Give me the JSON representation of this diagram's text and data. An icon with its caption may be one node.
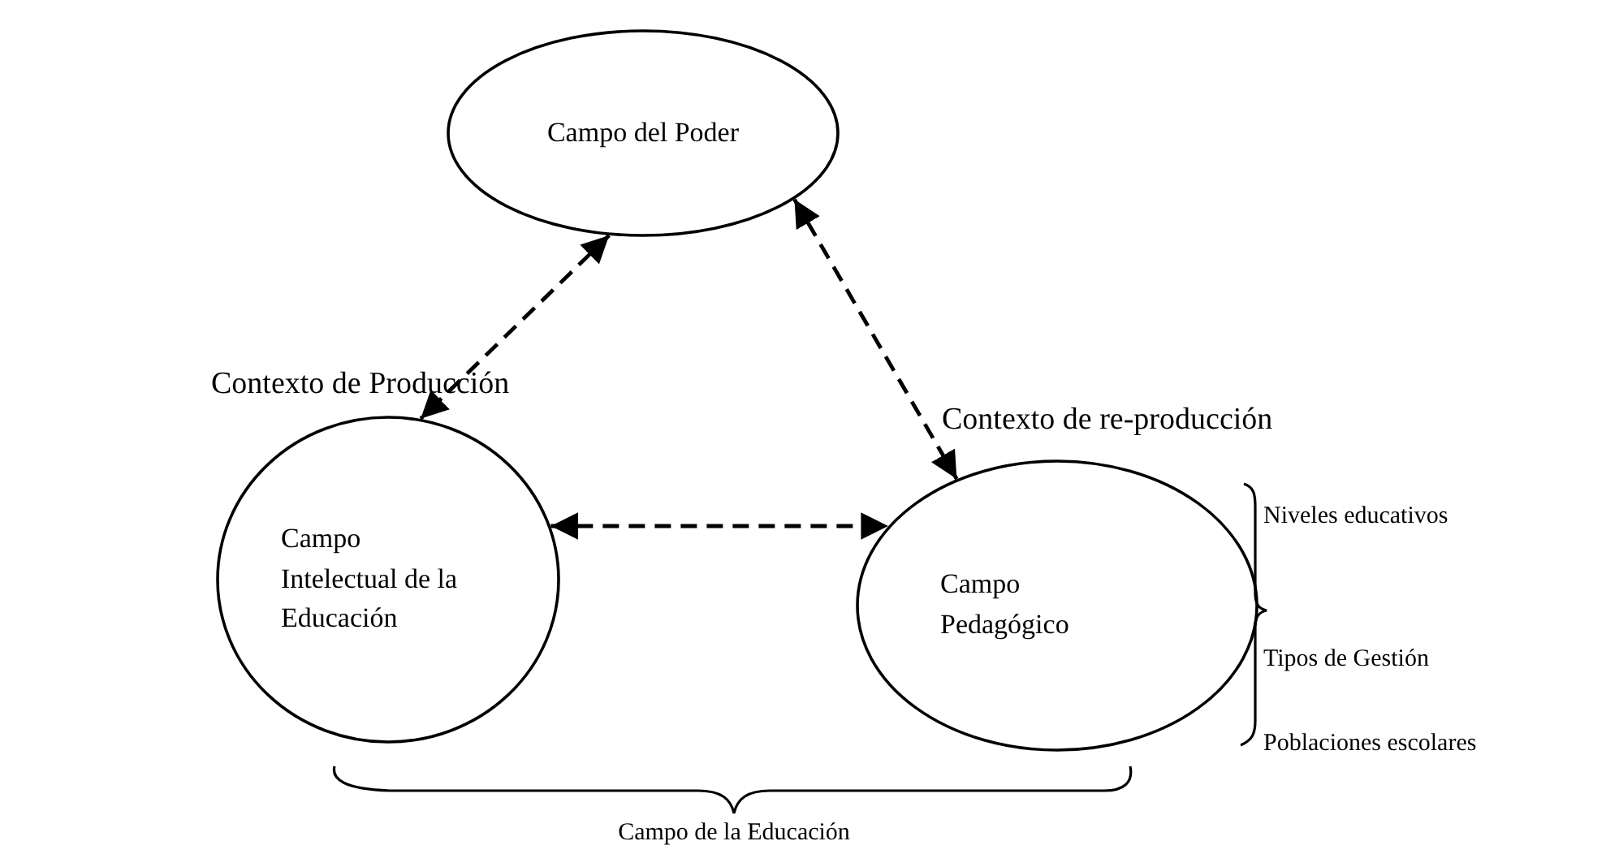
{
  "diagram": {
    "nodes": [
      {
        "text": [
          "Campo del Poder"
        ]
      },
      {
        "text": [
          "Campo Intelectual de la Educación"
        ]
      },
      {
        "text": [
          "Campo Pedagógico"
        ]
      }
    ],
    "edges": [
      {
        "from": 0,
        "to": 1,
        "arrow": "both",
        "style": "dashed"
      },
      {
        "from": 0,
        "to": 2,
        "arrow": "both",
        "style": "dashed"
      },
      {
        "from": 1,
        "to": 2,
        "arrow": "both",
        "style": "dashed"
      }
    ],
    "labels": [
      "Contexto de Producción",
      "Contexto de re-producción",
      "Niveles educativos",
      "Tipos de Gestión",
      "Poblaciones escolares",
      "Campo de la Educación"
    ]
  }
}
